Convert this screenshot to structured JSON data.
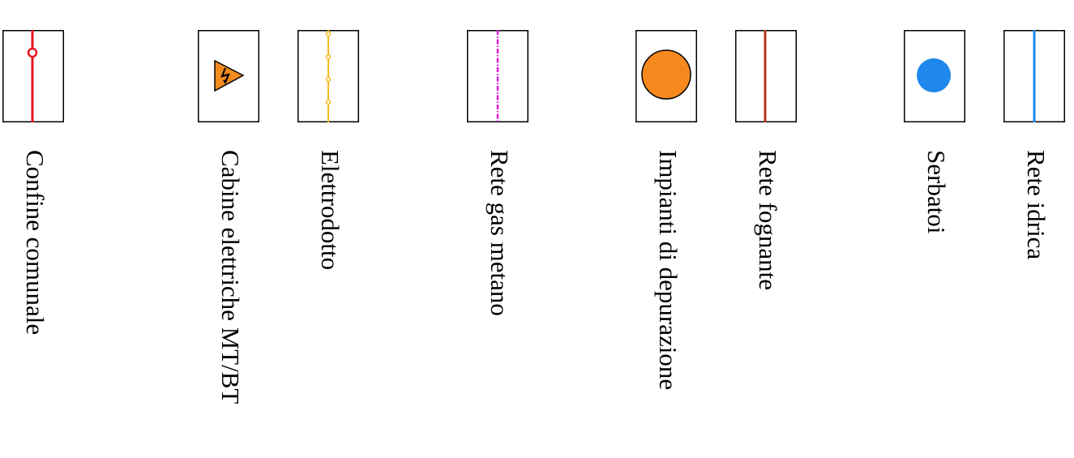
{
  "legend": {
    "items": [
      {
        "label": "Confine comunale",
        "symbol": "line-with-circle",
        "color": "#e8141e"
      },
      {
        "label": "Cabine elettriche MT/BT",
        "symbol": "electric-cabin",
        "color": "#f28c1e"
      },
      {
        "label": "Elettrodotto",
        "symbol": "line-with-dots",
        "color": "#f5b91b"
      },
      {
        "label": "Rete gas metano",
        "symbol": "dashed-line",
        "color": "#d71ed7"
      },
      {
        "label": "Impianti di depurazione",
        "symbol": "large-circle",
        "color": "#f5891e"
      },
      {
        "label": "Rete fognante",
        "symbol": "line",
        "color": "#b5361c"
      },
      {
        "label": "Serbatoi",
        "symbol": "small-circle",
        "color": "#1e88ec"
      },
      {
        "label": "Rete idrica",
        "symbol": "line",
        "color": "#1e88ec"
      }
    ]
  }
}
